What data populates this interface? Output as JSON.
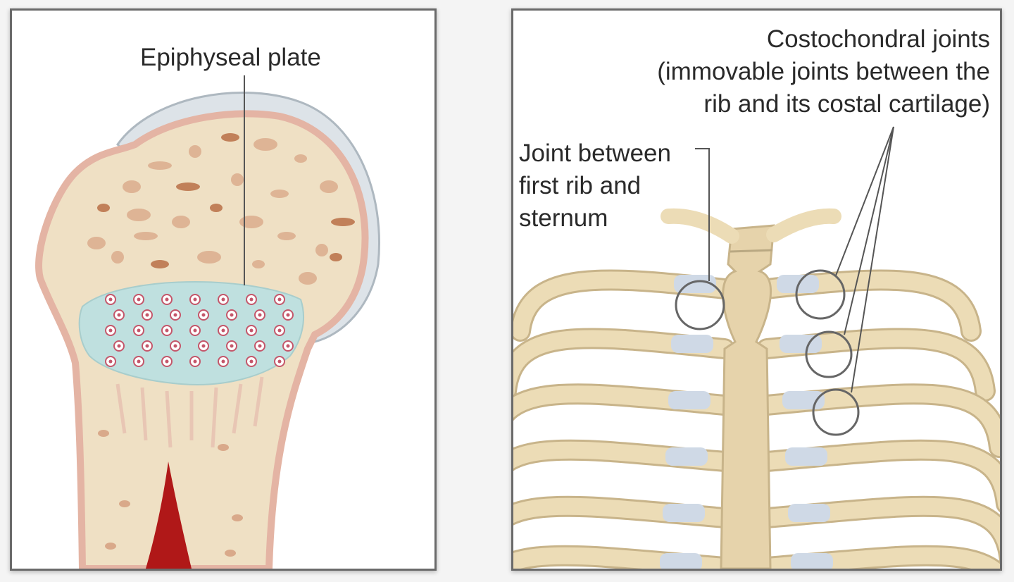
{
  "left_panel": {
    "label": "Epiphyseal plate",
    "colors": {
      "bone": "#efe0c4",
      "bone_edge": "#e2b5a3",
      "cartilage": "#bfe0df",
      "marrow": "#b01818",
      "articular": "#d9dfe4"
    }
  },
  "right_panel": {
    "costochondral_lines": [
      "Costochondral joints",
      "(immovable joints between the",
      "rib and its costal cartilage)"
    ],
    "joint_lines": [
      "Joint between",
      "first rib and",
      "sternum"
    ],
    "colors": {
      "rib": "#ecdcb6",
      "rib_edge": "#c8b48a",
      "costal_cartilage": "#cfd9e6",
      "sternum": "#e6d3ab"
    }
  }
}
